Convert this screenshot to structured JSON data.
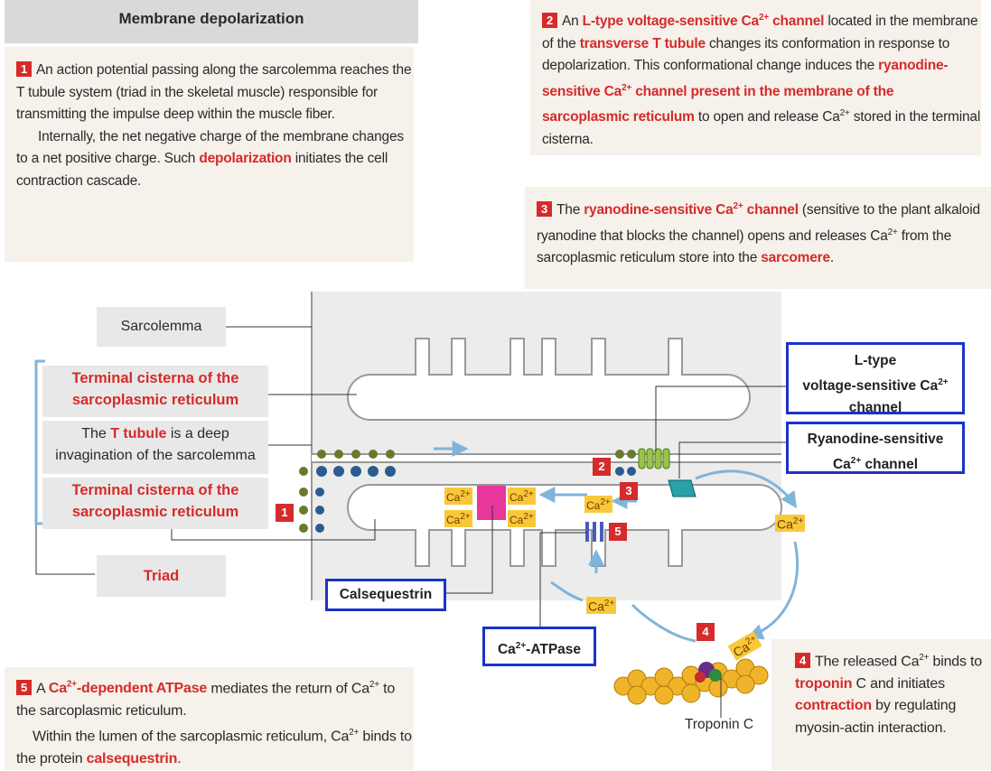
{
  "membrane": {
    "title": "Membrane depolarization",
    "step1_num": "1",
    "step1_text": "An action potential passing along the sarcolemma reaches the T tubule system (triad in the skeletal muscle) responsible for transmitting the impulse deep within the muscle fiber.",
    "step1_text2a": "Internally, the net negative charge of the membrane changes to a net positive charge. Such ",
    "step1_highlight": "depolarization",
    "step1_text2b": "initiates the cell contraction cascade."
  },
  "step2": {
    "num": "2",
    "t1": "An ",
    "h1": "L-type voltage-sensitive Ca",
    "h1sup": "2+",
    "h1b": " channel",
    "t2": " located in the membrane of the ",
    "h2": "transverse T tubule",
    "t3": " changes its conformation in response to depolarization. This conformational change induces the ",
    "h3": "ryanodine-sensitive Ca",
    "h3sup": "2+",
    "h3b": " channel present in the membrane of the sarcoplasmic reticulum",
    "t4": " to open and release Ca",
    "t4sup": "2+",
    "t5": " stored in the terminal cisterna."
  },
  "step3": {
    "num": "3",
    "t1": "The ",
    "h1": "ryanodine-sensitive Ca",
    "h1sup": "2+",
    "h1b": " channel",
    "t2": " (sensitive to the plant alkaloid ryanodine that blocks the channel) opens and releases Ca",
    "t2sup": "2+",
    "t3": " from the sarcoplasmic reticulum store into the ",
    "h2": "sarcomere",
    "t4": "."
  },
  "step4": {
    "num": "4",
    "t1": "The released Ca",
    "t1sup": "2+",
    "t2": " binds to ",
    "h1": "troponin",
    "t3": " C and initiates ",
    "h2": "contraction",
    "t4": " by regulating myosin-actin interaction."
  },
  "step5": {
    "num": "5",
    "t1": "A ",
    "h1": "Ca",
    "h1sup": "2+",
    "h1b": "-dependent ATPase",
    "t2": " mediates the return of Ca",
    "t2sup": "2+",
    "t3": " to the sarcoplasmic reticulum.",
    "t4": "Within the lumen of the sarcoplasmic reticulum, Ca",
    "t4sup": "2+",
    "t5": " binds to the protein ",
    "h2": "calsequestrin",
    "t6": "."
  },
  "labels": {
    "sarcolemma": "Sarcolemma",
    "terminal_cisterna": "Terminal cisterna of the sarcoplasmic reticulum",
    "t_tubule_a": "The ",
    "t_tubule_h": "T tubule",
    "t_tubule_b": " is a deep invagination of the sarcolemma",
    "triad": "Triad",
    "calsequestrin": "Calsequestrin",
    "atpase": "Ca",
    "atpase_sup": "2+",
    "atpase_b": "-ATPase",
    "ltype_1": "L-type",
    "ltype_2": "voltage-sensitive Ca",
    "ltype_sup": "2+",
    "ltype_3": "channel",
    "ryr_1": "Ryanodine-sensitive",
    "ryr_2": "Ca",
    "ryr_sup": "2+",
    "ryr_3": " channel",
    "troponin_c": "Troponin C",
    "ca_ion": "Ca",
    "ca_sup": "2+",
    "marker_1": "1",
    "marker_2": "2",
    "marker_3": "3",
    "marker_4": "4",
    "marker_5": "5"
  },
  "colors": {
    "highlight": "#d52b2b",
    "blue_border": "#1a34c7",
    "calcium": "#f9c83a",
    "calsequestrin": "#e8369a"
  }
}
